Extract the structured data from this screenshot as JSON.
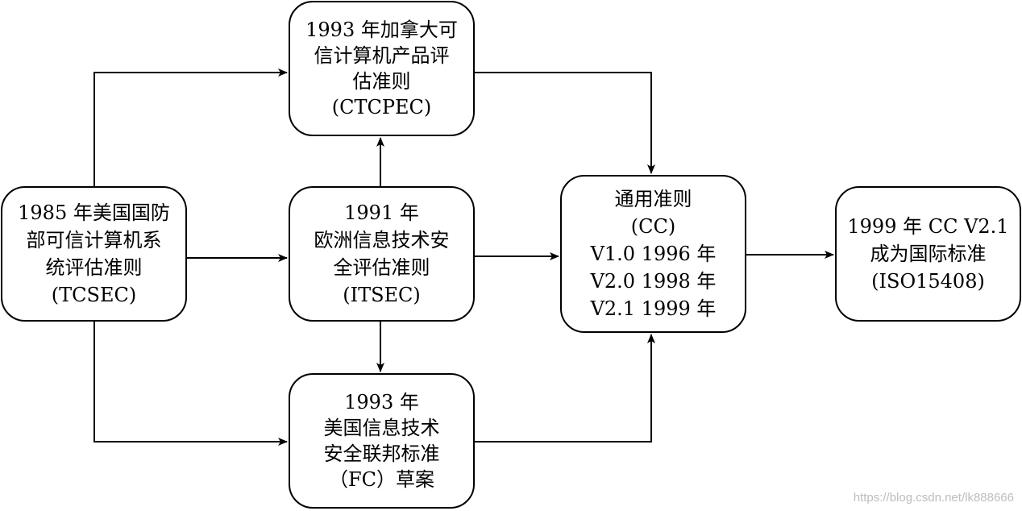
{
  "nodes": {
    "tcsec": {
      "lines": [
        "1985 年美国国防",
        "部可信计算机系",
        "统评估准则",
        "(TCSEC)"
      ]
    },
    "ctcpec": {
      "lines": [
        "1993 年加拿大可",
        "信计算机产品评",
        "估准则",
        "(CTCPEC)"
      ]
    },
    "itsec": {
      "lines": [
        "1991 年",
        "欧洲信息技术安",
        "全评估准则",
        "(ITSEC)"
      ]
    },
    "fc": {
      "lines": [
        "1993 年",
        "美国信息技术",
        "安全联邦标准",
        "（FC）草案"
      ]
    },
    "cc": {
      "lines": [
        "通用准则",
        "(CC)",
        "V1.0 1996 年",
        "V2.0 1998 年",
        "V2.1 1999 年"
      ]
    },
    "iso": {
      "lines": [
        "1999 年 CC V2.1",
        "成为国际标准",
        "(ISO15408)"
      ]
    }
  },
  "watermark": "https://blog.csdn.net/lk888666",
  "colors": {
    "stroke": "#000000",
    "background": "#ffffff",
    "watermark": "#bdbdbd"
  }
}
